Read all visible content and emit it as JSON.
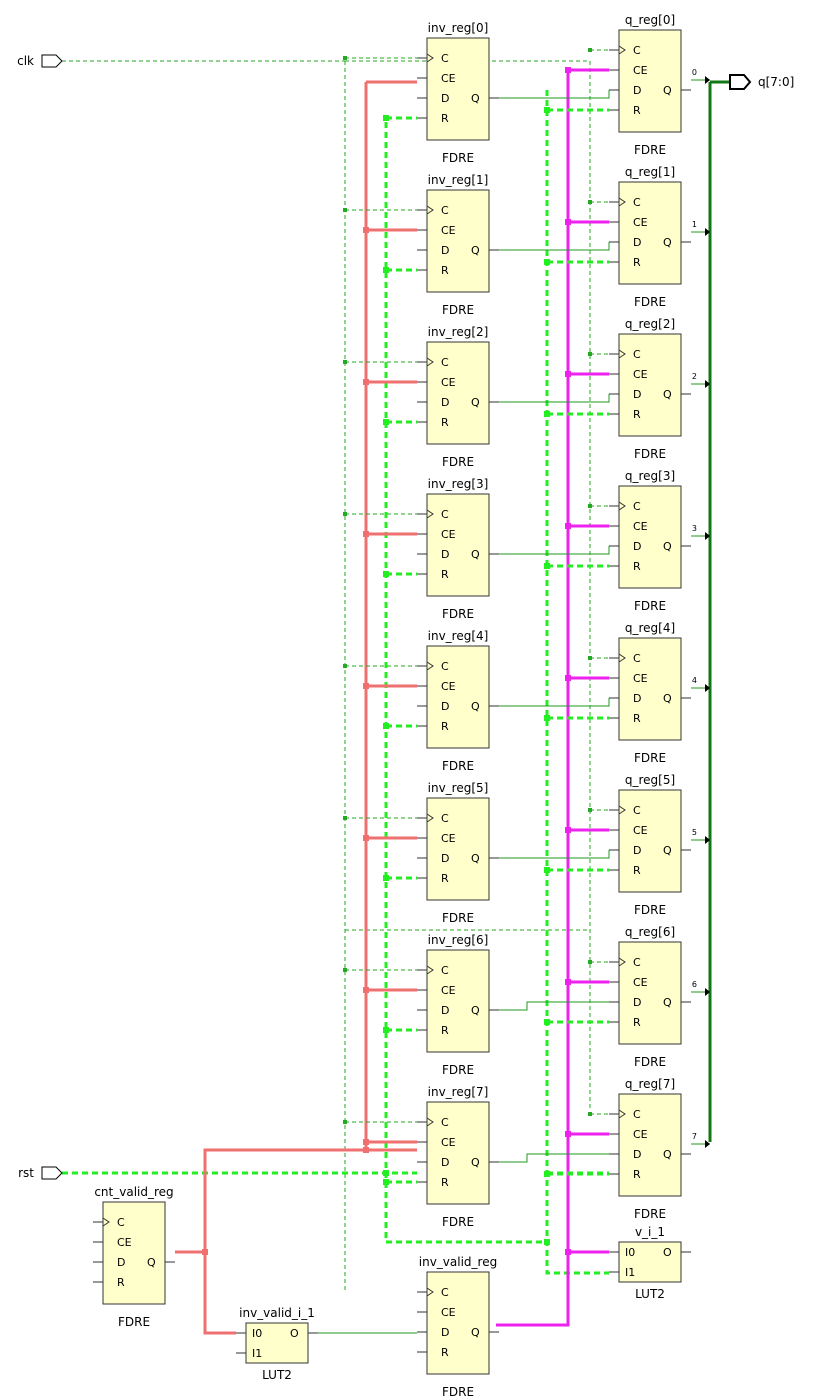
{
  "colors": {
    "background": "#ffffff",
    "cell_fill": "#ffffcc",
    "cell_stroke": "#333333",
    "clk_net": "#22aa22",
    "rst_net": "#22ee22",
    "ce_net": "#f07070",
    "valid_net": "#ee22ee",
    "bus_net": "#117711",
    "data_net": "#229922"
  },
  "ports": {
    "clk": "clk",
    "rst": "rst",
    "q": "q[7:0]"
  },
  "bus_bits": [
    "0",
    "1",
    "2",
    "3",
    "4",
    "5",
    "6",
    "7"
  ],
  "fdre_pins": [
    "C",
    "CE",
    "D",
    "R"
  ],
  "fdre_out": "Q",
  "lut_pins": [
    "I0",
    "I1"
  ],
  "lut_out": "O",
  "inv_regs": [
    "inv_reg[0]",
    "inv_reg[1]",
    "inv_reg[2]",
    "inv_reg[3]",
    "inv_reg[4]",
    "inv_reg[5]",
    "inv_reg[6]",
    "inv_reg[7]"
  ],
  "q_regs": [
    "q_reg[0]",
    "q_reg[1]",
    "q_reg[2]",
    "q_reg[3]",
    "q_reg[4]",
    "q_reg[5]",
    "q_reg[6]",
    "q_reg[7]"
  ],
  "cnt_valid_reg": {
    "name": "cnt_valid_reg",
    "type": "FDRE"
  },
  "inv_valid_reg": {
    "name": "inv_valid_reg",
    "type": "FDRE"
  },
  "inv_valid_i_1": {
    "name": "inv_valid_i_1",
    "type": "LUT2"
  },
  "v_i_1": {
    "name": "v_i_1",
    "type": "LUT2"
  },
  "reg_type": "FDRE"
}
